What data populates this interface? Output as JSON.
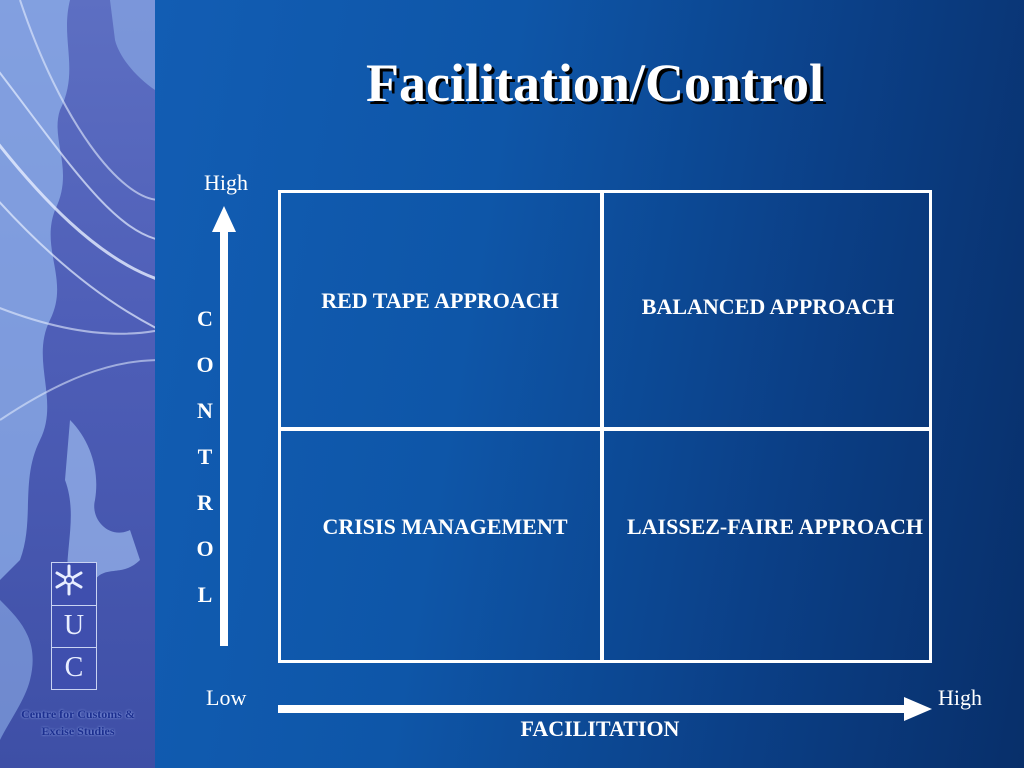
{
  "slide": {
    "title": "Facilitation/Control"
  },
  "sidebar": {
    "logo_letters": [
      "U",
      "C"
    ],
    "organization": "Centre for Customs & Excise Studies"
  },
  "y_axis": {
    "high_label": "High",
    "letters": [
      "C",
      "O",
      "N",
      "T",
      "R",
      "O",
      "L"
    ]
  },
  "x_axis": {
    "low_label": "Low",
    "high_label": "High",
    "title": "FACILITATION"
  },
  "quadrants": {
    "top_left": "RED TAPE APPROACH",
    "top_right": "BALANCED APPROACH",
    "bottom_left": "CRISIS MANAGEMENT",
    "bottom_right": "LAISSEZ-FAIRE APPROACH"
  },
  "colors": {
    "background": "#0e56a8",
    "sidebar": "#4f5fb8",
    "text": "#ffffff"
  }
}
